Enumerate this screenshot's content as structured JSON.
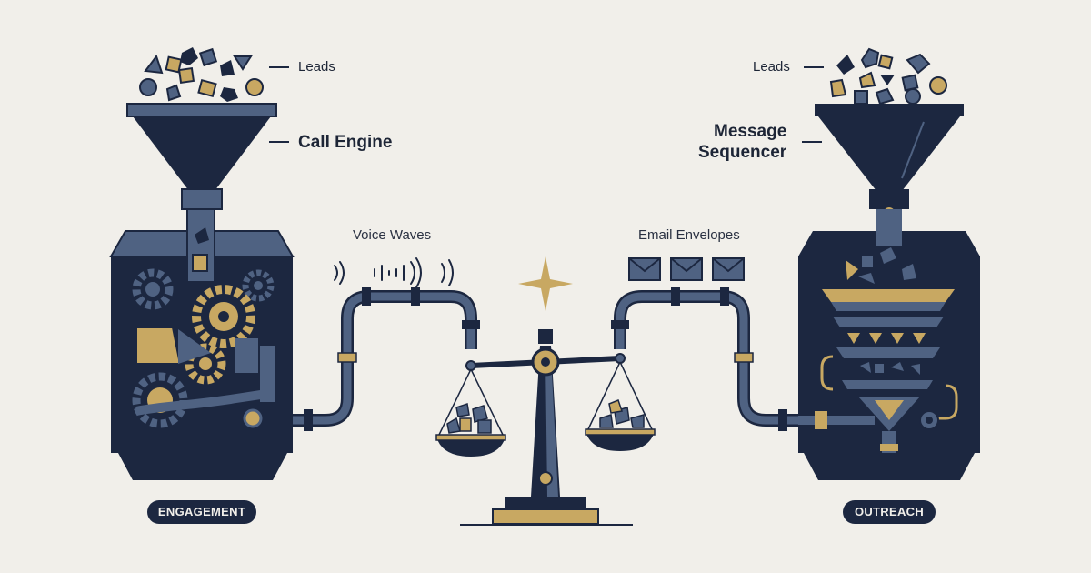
{
  "left_machine": {
    "input_label": "Leads",
    "title": "Call Engine",
    "badge": "ENGAGEMENT"
  },
  "right_machine": {
    "input_label": "Leads",
    "title_line1": "Message",
    "title_line2": "Sequencer",
    "badge": "OUTREACH"
  },
  "left_signal_label": "Voice Waves",
  "right_signal_label": "Email Envelopes",
  "colors": {
    "navy": "#1c2740",
    "slate": "#4f6282",
    "gold": "#c8a862",
    "background": "#f1efea"
  }
}
